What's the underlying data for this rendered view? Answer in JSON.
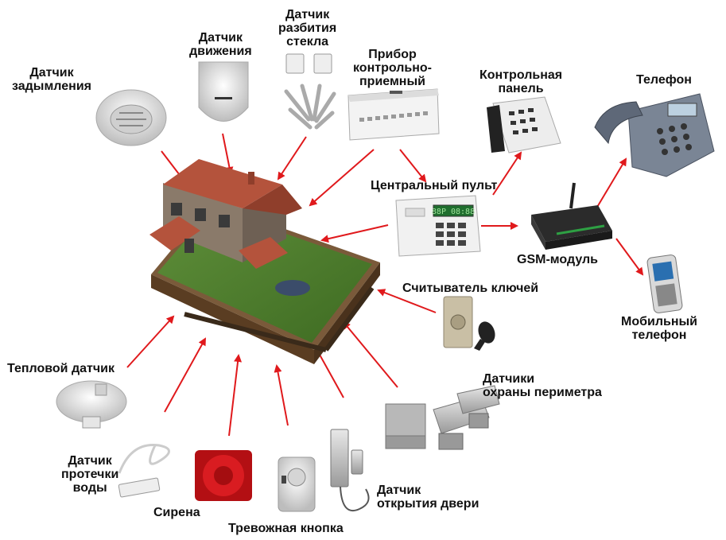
{
  "labels": {
    "smoke": [
      "Датчик",
      "задымления"
    ],
    "motion": [
      "Датчик",
      "движения"
    ],
    "glass": [
      "Датчик",
      "разбития",
      "стекла"
    ],
    "panel_device": [
      "Прибор",
      "контрольно-",
      "приемный"
    ],
    "control_panel": [
      "Контрольная",
      "панель"
    ],
    "telephone": "Телефон",
    "central": "Центральный пульт",
    "gsm": "GSM-модуль",
    "mobile": [
      "Мобильный",
      "телефон"
    ],
    "key_reader": "Считыватель ключей",
    "perimeter": [
      "Датчики",
      "охраны периметра"
    ],
    "heat": "Тепловой датчик",
    "water": [
      "Датчик",
      "протечки",
      "воды"
    ],
    "siren": "Сирена",
    "alarm_button": "Тревожная кнопка",
    "door": [
      "Датчик",
      "открытия двери"
    ]
  },
  "lcd_text": "88P 08:88",
  "colors": {
    "arrow": "#e0191c",
    "label": "#111111"
  },
  "icons": [
    "house-icon",
    "smoke-detector-icon",
    "motion-sensor-icon",
    "glass-break-sensor-icon",
    "control-device-icon",
    "keypad-panel-icon",
    "desk-phone-icon",
    "central-console-icon",
    "gsm-module-icon",
    "mobile-phone-icon",
    "key-reader-icon",
    "perimeter-sensor-icon",
    "heat-detector-icon",
    "water-leak-sensor-icon",
    "siren-icon",
    "panic-button-icon",
    "door-sensor-icon"
  ]
}
